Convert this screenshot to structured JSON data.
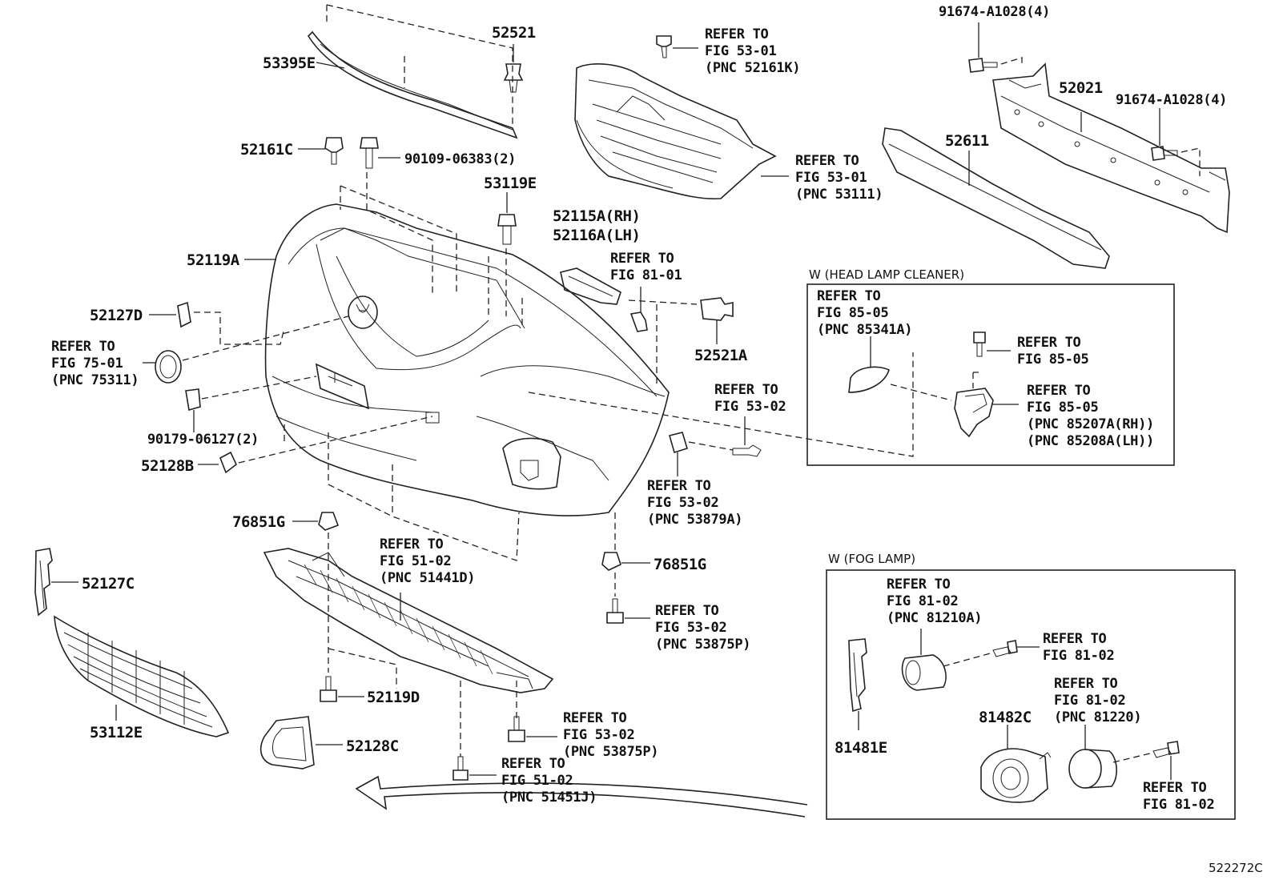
{
  "figure_id": "522272C",
  "sections": {
    "head_lamp_cleaner": "W (HEAD LAMP CLEANER)",
    "fog_lamp": "W (FOG LAMP)"
  },
  "parts": {
    "p53395E": "53395E",
    "p52521": "52521",
    "p52161C": "52161C",
    "p90109": "90109-06383(2)",
    "p53119E": "53119E",
    "p52119A": "52119A",
    "p52127D": "52127D",
    "p90179": "90179-06127(2)",
    "p52128B": "52128B",
    "p52115A": "52115A(RH)",
    "p52116A": "52116A(LH)",
    "p52521A": "52521A",
    "p76851G_a": "76851G",
    "p76851G_b": "76851G",
    "p52127C": "52127C",
    "p53112E": "53112E",
    "p52119D": "52119D",
    "p52128C": "52128C",
    "p91674_a": "91674-A1028(4)",
    "p91674_b": "91674-A1028(4)",
    "p52021": "52021",
    "p52611": "52611",
    "p81481E": "81481E",
    "p81482C": "81482C"
  },
  "refs": [
    [
      "REFER TO",
      "FIG 53-01",
      "(PNC 52161K)"
    ],
    [
      "REFER TO",
      "FIG 53-01",
      "(PNC 53111)"
    ],
    [
      "REFER TO",
      "FIG 81-01"
    ],
    [
      "REFER TO",
      "FIG 75-01",
      "(PNC 75311)"
    ],
    [
      "REFER TO",
      "FIG 53-02"
    ],
    [
      "REFER TO",
      "FIG 53-02",
      "(PNC 53879A)"
    ],
    [
      "REFER TO",
      "FIG 51-02",
      "(PNC 51441D)"
    ],
    [
      "REFER TO",
      "FIG 53-02",
      "(PNC 53875P)"
    ],
    [
      "REFER TO",
      "FIG 53-02",
      "(PNC 53875P)"
    ],
    [
      "REFER TO",
      "FIG 51-02",
      "(PNC 51451J)"
    ],
    [
      "REFER TO",
      "FIG 85-05",
      "(PNC 85341A)"
    ],
    [
      "REFER TO",
      "FIG 85-05"
    ],
    [
      "REFER TO",
      "FIG 85-05",
      "(PNC 85207A(RH))",
      "(PNC 85208A(LH))"
    ],
    [
      "REFER TO",
      "FIG 81-02",
      "(PNC 81210A)"
    ],
    [
      "REFER TO",
      "FIG 81-02"
    ],
    [
      "REFER TO",
      "FIG 81-02",
      "(PNC 81220)"
    ],
    [
      "REFER TO",
      "FIG 81-02"
    ]
  ]
}
